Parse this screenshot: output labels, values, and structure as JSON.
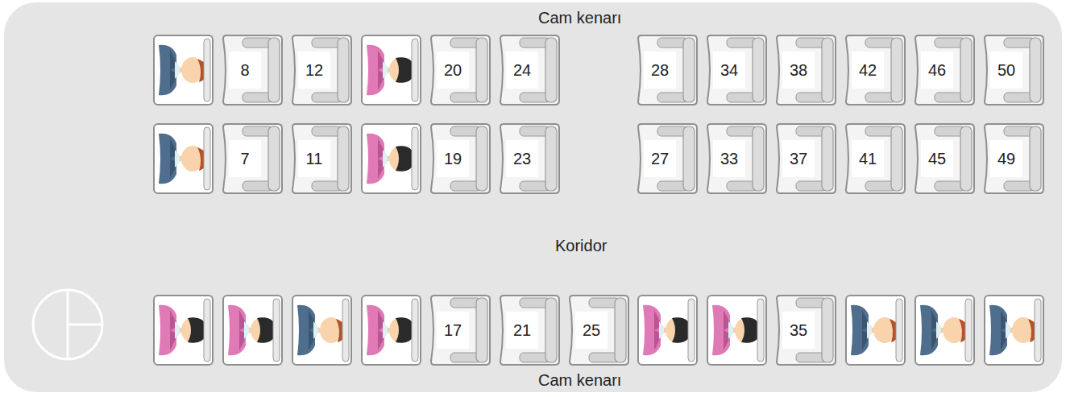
{
  "diagram": {
    "nodes": [
      {
        "text": [
          "8"
        ]
      },
      {
        "text": [
          "12"
        ]
      },
      {
        "text": [
          "20"
        ]
      },
      {
        "text": [
          "24"
        ]
      },
      {
        "text": [
          "28"
        ]
      },
      {
        "text": [
          "34"
        ]
      },
      {
        "text": [
          "38"
        ]
      },
      {
        "text": [
          "42"
        ]
      },
      {
        "text": [
          "46"
        ]
      },
      {
        "text": [
          "50"
        ]
      },
      {
        "text": [
          "7"
        ]
      },
      {
        "text": [
          "11"
        ]
      },
      {
        "text": [
          "19"
        ]
      },
      {
        "text": [
          "23"
        ]
      },
      {
        "text": [
          "27"
        ]
      },
      {
        "text": [
          "33"
        ]
      },
      {
        "text": [
          "37"
        ]
      },
      {
        "text": [
          "41"
        ]
      },
      {
        "text": [
          "45"
        ]
      },
      {
        "text": [
          "49"
        ]
      },
      {
        "text": [
          "17"
        ]
      },
      {
        "text": [
          "21"
        ]
      },
      {
        "text": [
          "25"
        ]
      },
      {
        "text": [
          "35"
        ]
      }
    ],
    "labels": [
      "Cam kenarı",
      "Koridor",
      "Cam kenarı"
    ]
  }
}
